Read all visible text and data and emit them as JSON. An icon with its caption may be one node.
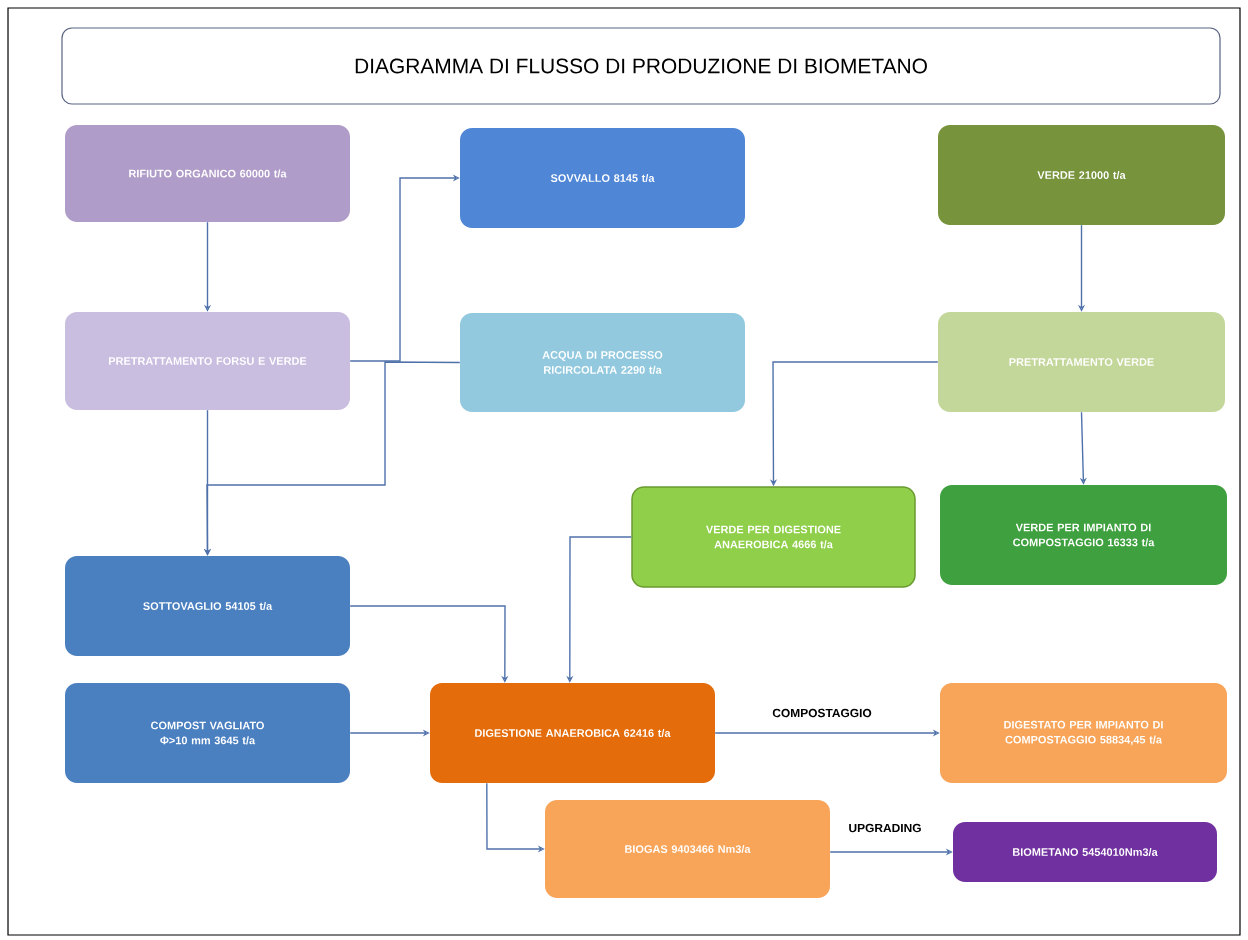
{
  "diagram": {
    "title": "DIAGRAMMA DI FLUSSO DI PRODUZIONE DI BIOMETANO",
    "nodes": [
      {
        "text": [
          "RIFIUTO ORGANICO 60000 t/a"
        ]
      },
      {
        "text": [
          "SOVVALLO 8145 t/a"
        ]
      },
      {
        "text": [
          "VERDE 21000 t/a"
        ]
      },
      {
        "text": [
          "PRETRATTAMENTO FORSU E VERDE"
        ]
      },
      {
        "text": [
          "ACQUA DI PROCESSO RICIRCOLATA 2290 t/a"
        ]
      },
      {
        "text": [
          "PRETRATTAMENTO VERDE"
        ]
      },
      {
        "text": [
          "VERDE PER DIGESTIONE ANAEROBICA 4666 t/a"
        ]
      },
      {
        "text": [
          "VERDE PER IMPIANTO DI COMPOSTAGGIO 16333 t/a"
        ]
      },
      {
        "text": [
          "SOTTOVAGLIO 54105 t/a"
        ]
      },
      {
        "text": [
          "COMPOST VAGLIATO Φ>10 mm 3645 t/a"
        ]
      },
      {
        "text": [
          "DIGESTIONE ANAEROBICA 62416 t/a"
        ]
      },
      {
        "text": [
          "DIGESTATO PER IMPIANTO DI COMPOSTAGGIO 58834,45 t/a"
        ]
      },
      {
        "text": [
          "BIOGAS 9403466 Nm3/a"
        ]
      },
      {
        "text": [
          "BIOMETANO 5454010Nm3/a"
        ]
      }
    ],
    "edges": [
      {
        "from": 0,
        "to": 3,
        "arrow": "to"
      },
      {
        "from": 3,
        "to": 1,
        "arrow": "to"
      },
      {
        "from": 3,
        "to": 8,
        "arrow": "to"
      },
      {
        "from": 4,
        "to": 8,
        "arrow": "to"
      },
      {
        "from": 2,
        "to": 5,
        "arrow": "to"
      },
      {
        "from": 5,
        "to": 6,
        "arrow": "to"
      },
      {
        "from": 5,
        "to": 7,
        "arrow": "to"
      },
      {
        "from": 8,
        "to": 10,
        "arrow": "to"
      },
      {
        "from": 6,
        "to": 10,
        "arrow": "to"
      },
      {
        "from": 9,
        "to": 10,
        "arrow": "to"
      },
      {
        "from": 10,
        "to": 11,
        "arrow": "to",
        "label": "COMPOSTAGGIO"
      },
      {
        "from": 10,
        "to": 12,
        "arrow": "to"
      },
      {
        "from": 12,
        "to": 13,
        "arrow": "to",
        "label": "UPGRADING"
      }
    ]
  }
}
